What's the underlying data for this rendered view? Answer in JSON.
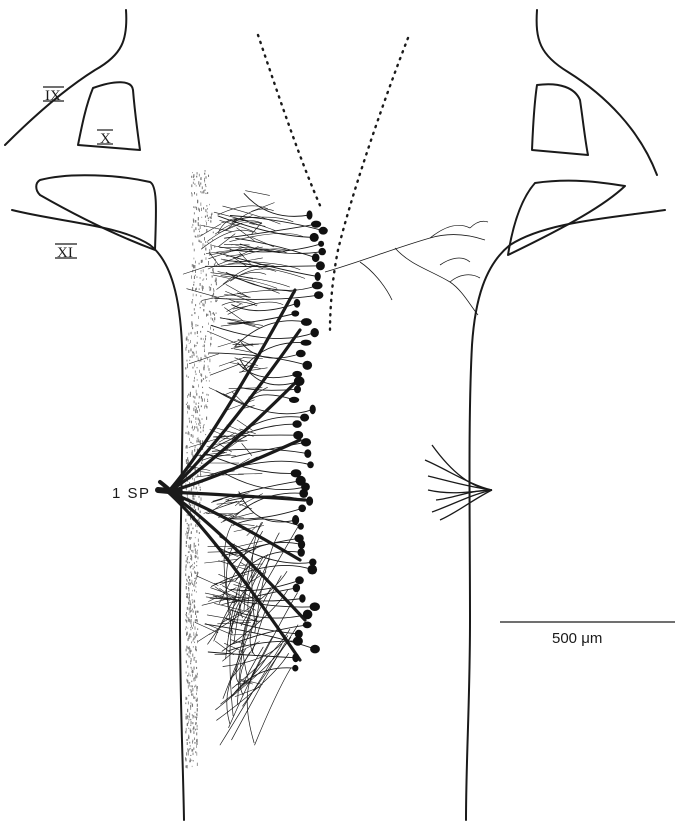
{
  "figure": {
    "labels": {
      "nerve_ix": "IX",
      "nerve_x": "X",
      "nerve_xi": "XI",
      "root": "1 SP"
    },
    "scale_bar": {
      "label": "500 μm"
    },
    "colors": {
      "ink": "#1a1a1a",
      "stipple": "#777777",
      "background": "#ffffff"
    }
  }
}
